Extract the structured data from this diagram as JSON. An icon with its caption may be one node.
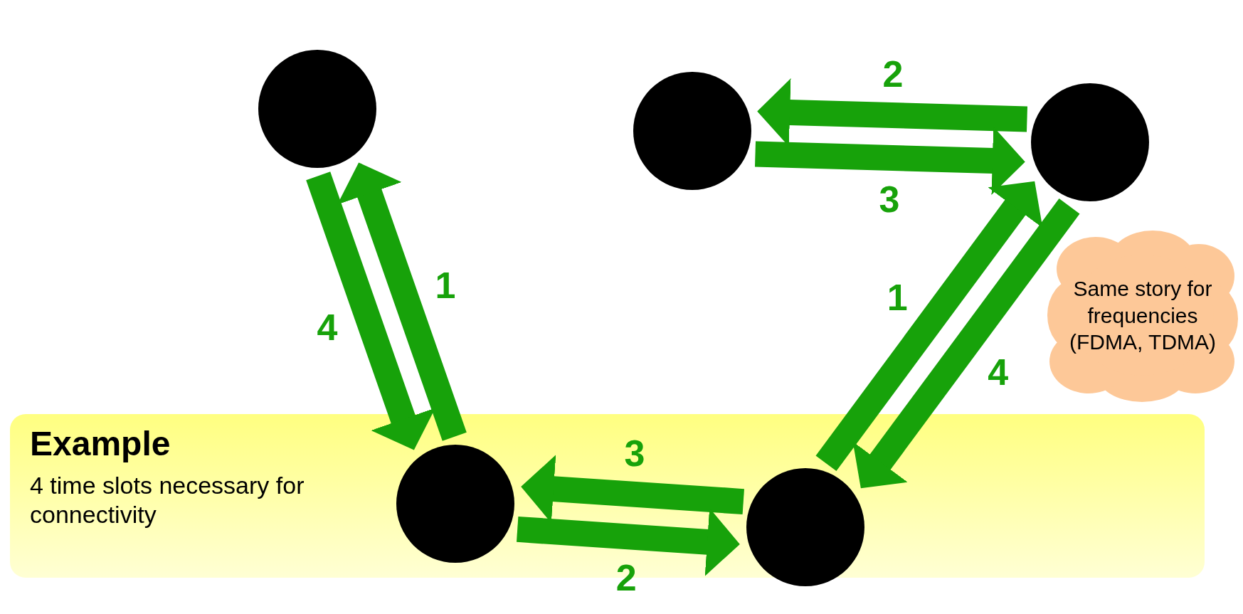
{
  "diagram": {
    "nodes": [
      {
        "text": [],
        "shape": "circle"
      },
      {
        "text": [],
        "shape": "circle"
      },
      {
        "text": [],
        "shape": "circle"
      },
      {
        "text": [
          "Same story for frequencies (FDMA, TDMA)"
        ]
      },
      {
        "text": [
          "Example",
          "4 time slots necessary for connectivity"
        ]
      },
      {
        "text": [],
        "shape": "circle",
        "in": 4
      },
      {
        "text": [],
        "shape": "circle"
      }
    ],
    "edges": [
      {
        "from": 0,
        "to": 5,
        "arrow": "to",
        "label": "4"
      },
      {
        "from": 5,
        "to": 0,
        "arrow": "to",
        "label": "1"
      },
      {
        "from": 2,
        "to": 1,
        "arrow": "to",
        "label": "2"
      },
      {
        "from": 1,
        "to": 2,
        "arrow": "to",
        "label": "3"
      },
      {
        "from": 6,
        "to": 2,
        "arrow": "to",
        "label": "1"
      },
      {
        "from": 2,
        "to": 6,
        "arrow": "to",
        "label": "4"
      },
      {
        "from": 6,
        "to": 5,
        "arrow": "to",
        "label": "3"
      },
      {
        "from": 5,
        "to": 6,
        "arrow": "to",
        "label": "2"
      }
    ]
  }
}
